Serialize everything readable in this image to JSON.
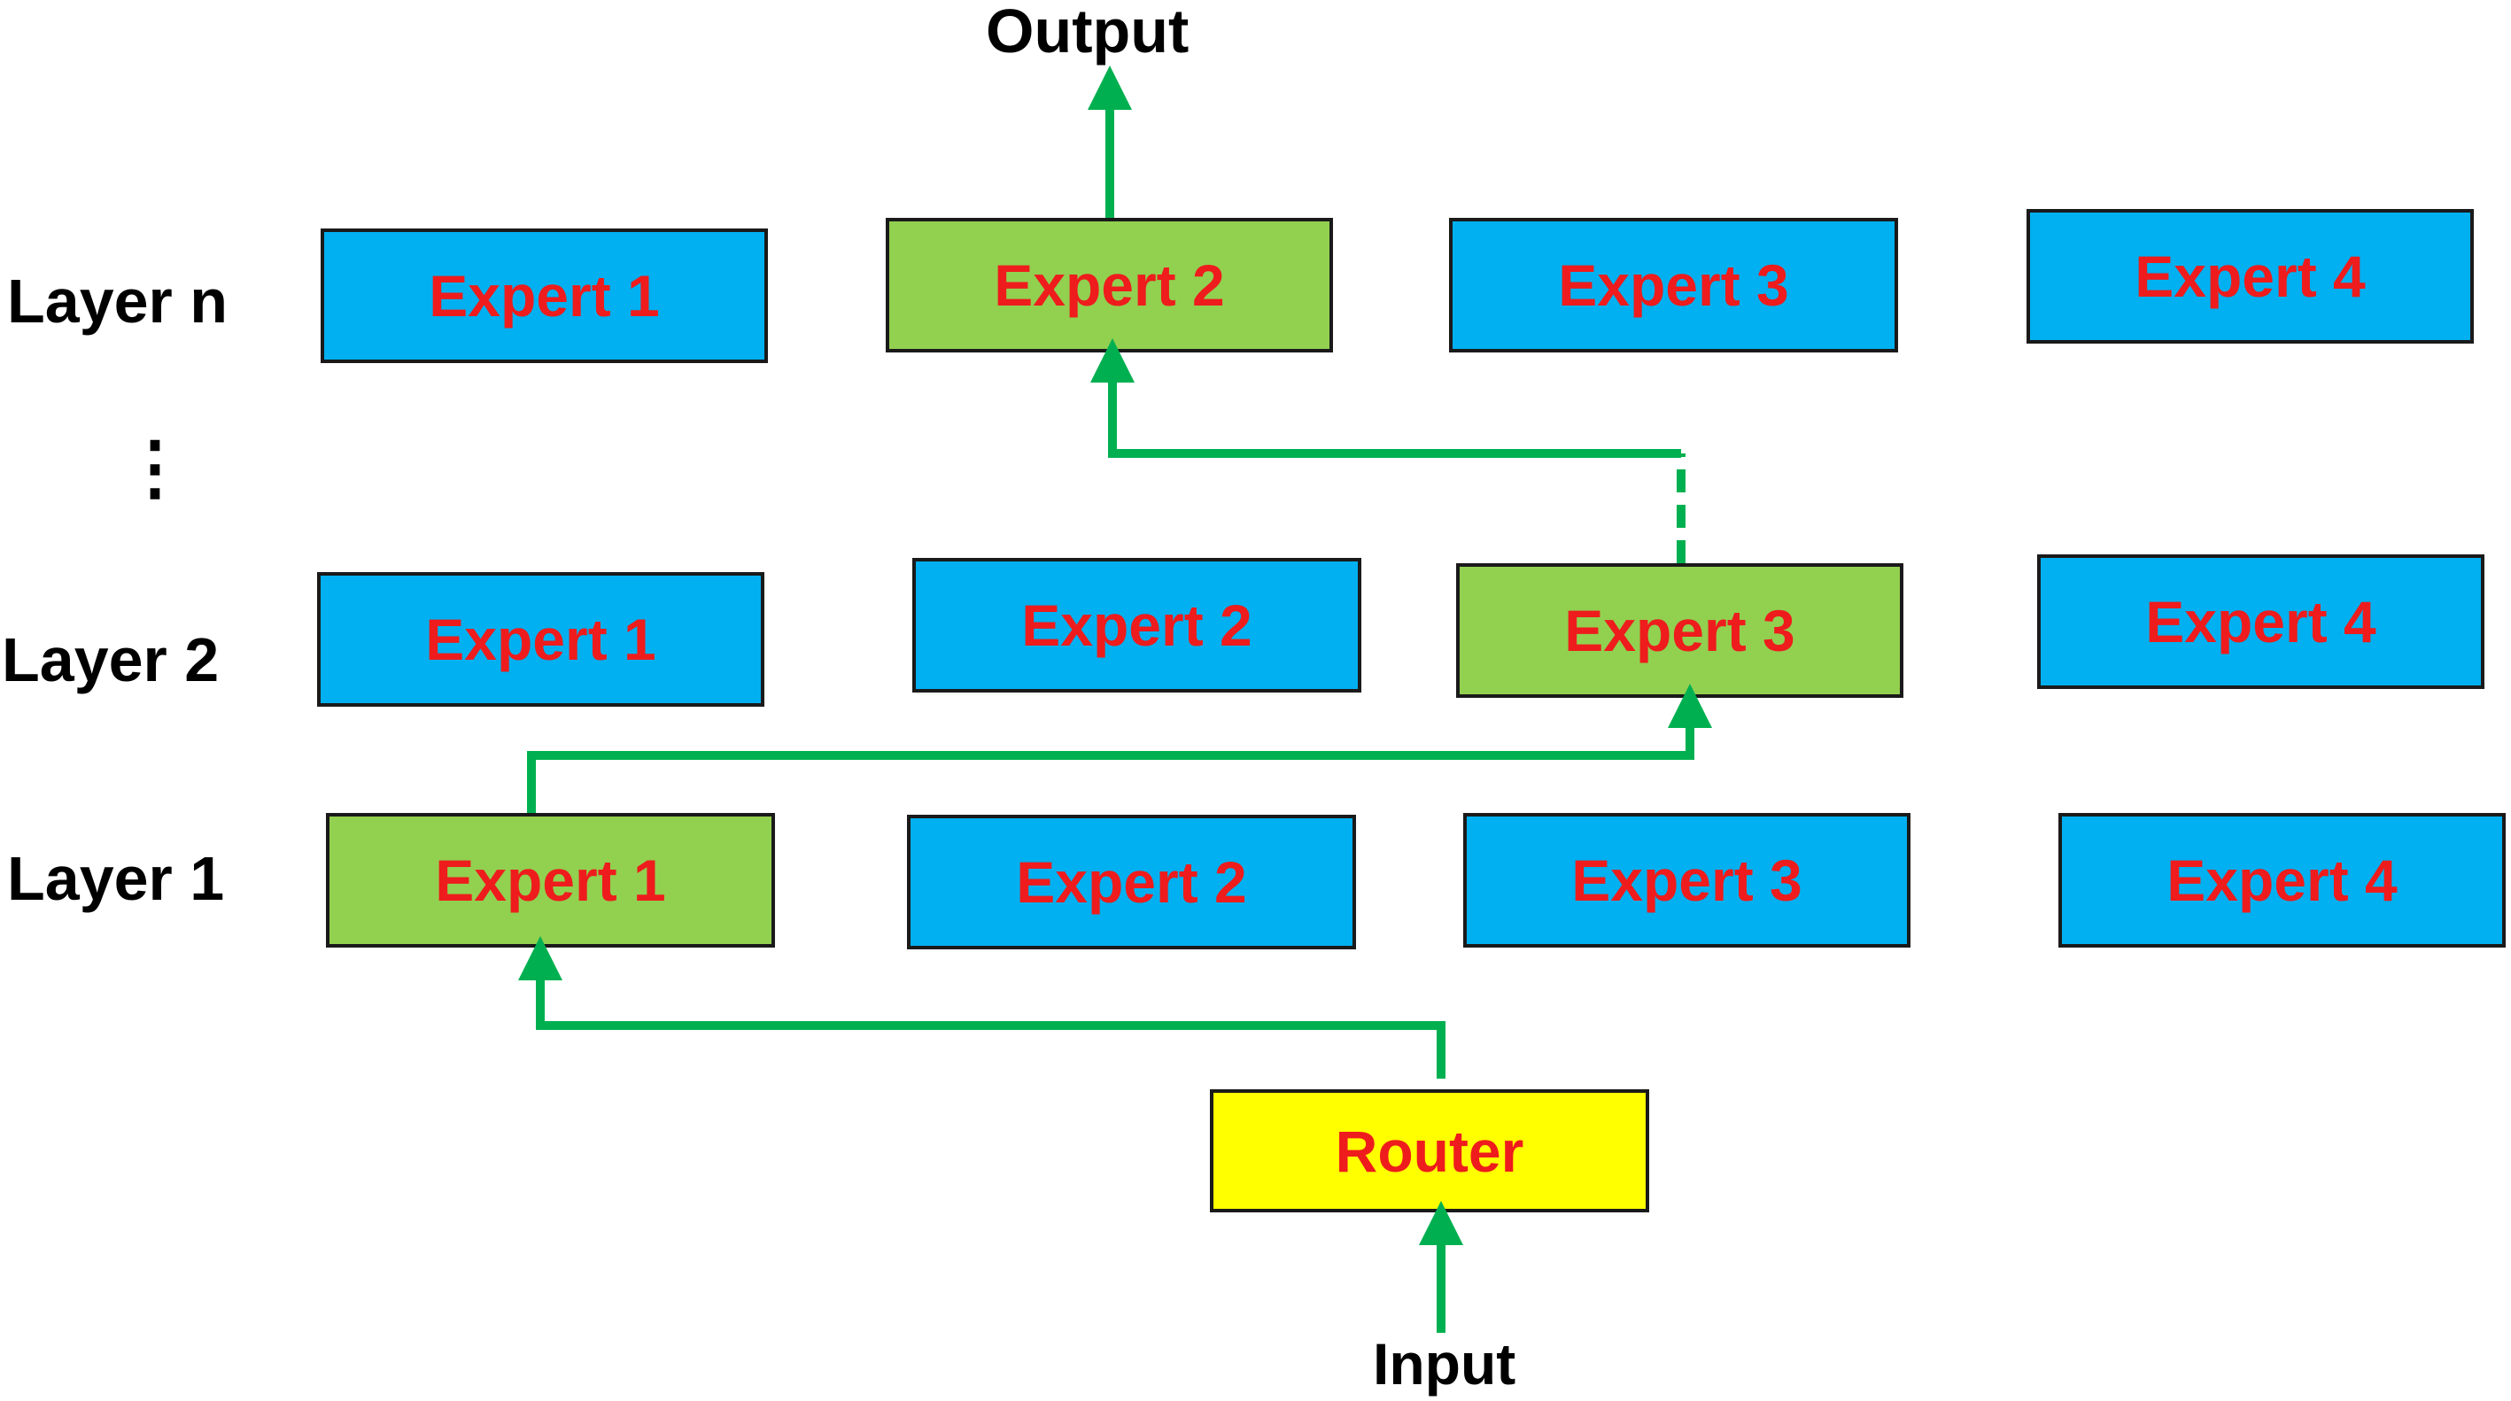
{
  "diagram": {
    "output_label": "Output",
    "input_label": "Input",
    "ellipsis": "⋮",
    "router_label": "Router",
    "colors": {
      "inactive_expert": "#00b0f0",
      "active_expert": "#92d050",
      "router": "#ffff00",
      "box_text": "#ee1c1c",
      "arrow": "#00b050",
      "border": "#1a1a1a"
    },
    "layers": [
      {
        "name": "Layer n",
        "experts": [
          "Expert 1",
          "Expert 2",
          "Expert 3",
          "Expert 4"
        ],
        "active_expert": "Expert 2"
      },
      {
        "name": "Layer 2",
        "experts": [
          "Expert 1",
          "Expert 2",
          "Expert 3",
          "Expert 4"
        ],
        "active_expert": "Expert 3"
      },
      {
        "name": "Layer 1",
        "experts": [
          "Expert 1",
          "Expert 2",
          "Expert 3",
          "Expert 4"
        ],
        "active_expert": "Expert 1"
      }
    ]
  }
}
